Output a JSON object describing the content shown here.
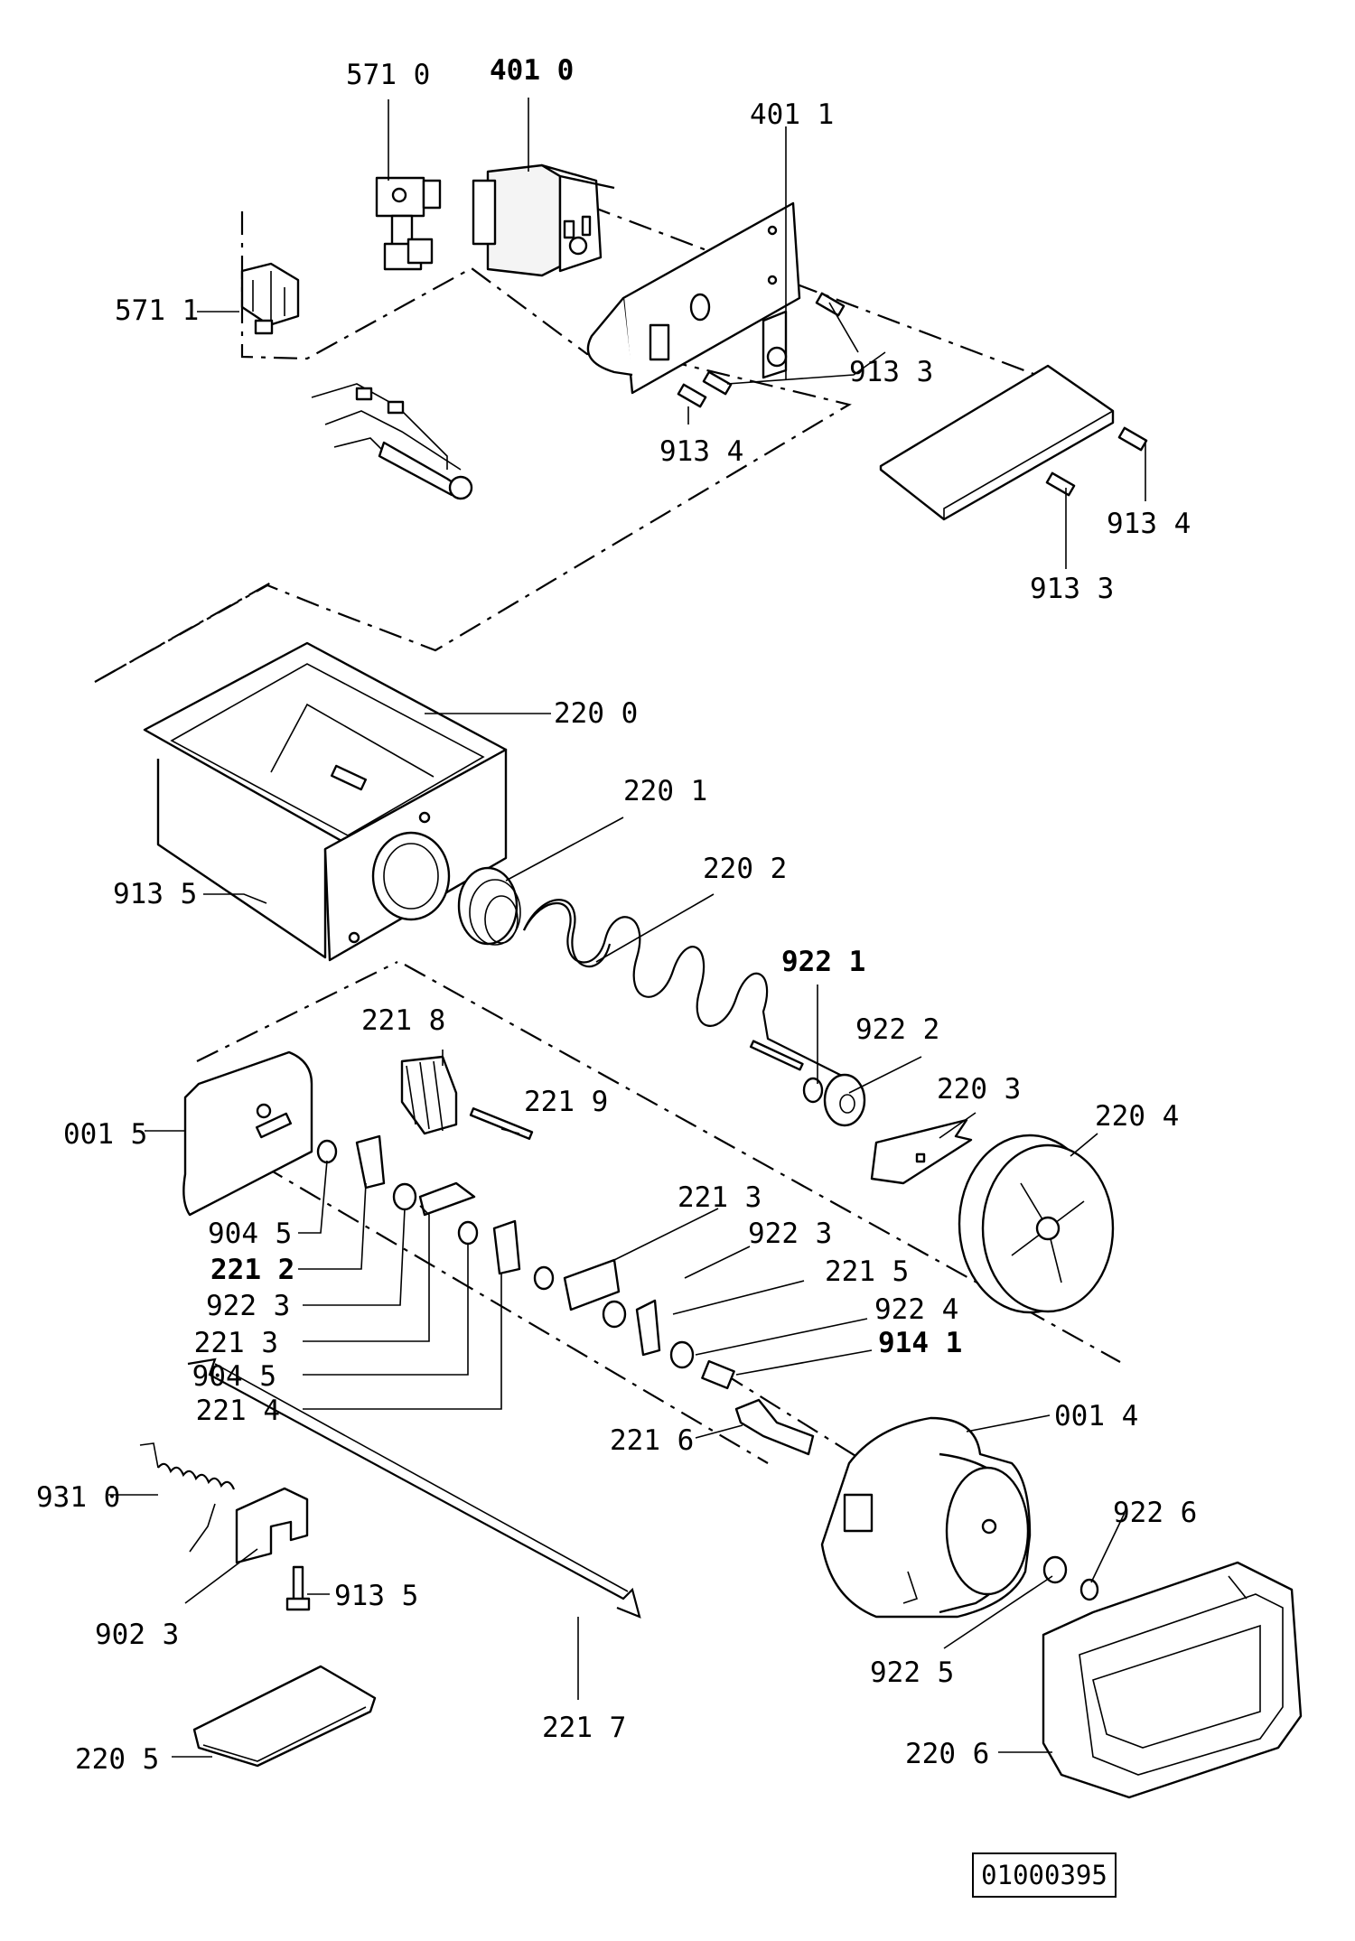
{
  "labels": {
    "l5710": "571 0",
    "l4010": "401 0",
    "l4011": "401 1",
    "l5711": "571 1",
    "l9133a": "913 3",
    "l9134a": "913 4",
    "l9134b": "913 4",
    "l9133b": "913 3",
    "l2200": "220 0",
    "l2201": "220 1",
    "l2202": "220 2",
    "l9135a": "913 5",
    "l9221": "922 1",
    "l2218": "221 8",
    "l9222": "922 2",
    "l2203": "220 3",
    "l2219": "221 9",
    "l0015": "001 5",
    "l2204": "220 4",
    "l2213a": "221 3",
    "l9223a": "922 3",
    "l2215": "221 5",
    "l9045a": "904 5",
    "l2212": "221 2",
    "l9223b": "922 3",
    "l9224": "922 4",
    "l2213b": "221 3",
    "l9141": "914 1",
    "l9045b": "904 5",
    "l2214": "221 4",
    "l0014": "001 4",
    "l2216": "221 6",
    "l9310": "931 0",
    "l9226": "922 6",
    "l9135b": "913 5",
    "l9023": "902 3",
    "l9225": "922 5",
    "l2217": "221 7",
    "l2205": "220 5",
    "l2206": "220 6"
  },
  "drawing_number": "01000395"
}
